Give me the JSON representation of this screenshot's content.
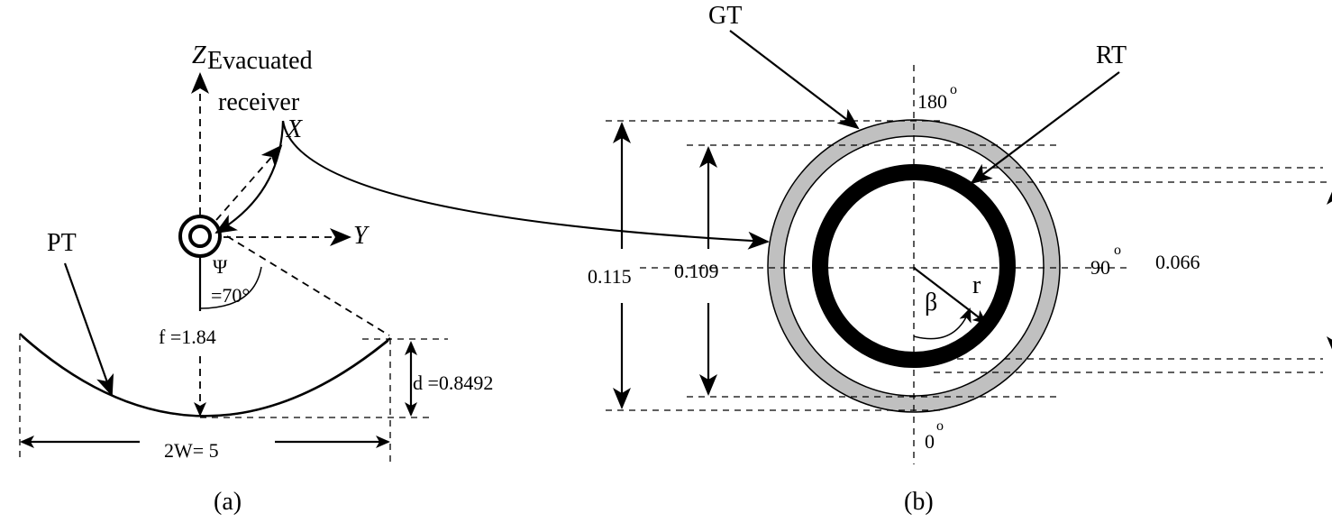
{
  "panel_a": {
    "caption": "(a)",
    "axis_z": "Z",
    "axis_x": "X",
    "axis_y": "Y",
    "receiver_label_line1": "Evacuated",
    "receiver_label_line2": "receiver",
    "trough_label": "PT",
    "psi_symbol": "Ψ",
    "psi_value": "=70°",
    "focal_length": "f =1.84",
    "depth": "d =0.8492",
    "aperture": "2W= 5"
  },
  "panel_b": {
    "caption": "(b)",
    "glass_tube_label": "GT",
    "receiver_tube_label": "RT",
    "angle_top": "180",
    "angle_right": "90",
    "angle_bottom": "0",
    "degree_mark": "o",
    "dim_outer": "0.115",
    "dim_inner": "0.109",
    "dim_receiver": "0.066",
    "beta_symbol": "β",
    "radius_symbol": "r",
    "colors": {
      "glass_fill": "#c0c0c0",
      "receiver_fill": "#000000"
    }
  }
}
